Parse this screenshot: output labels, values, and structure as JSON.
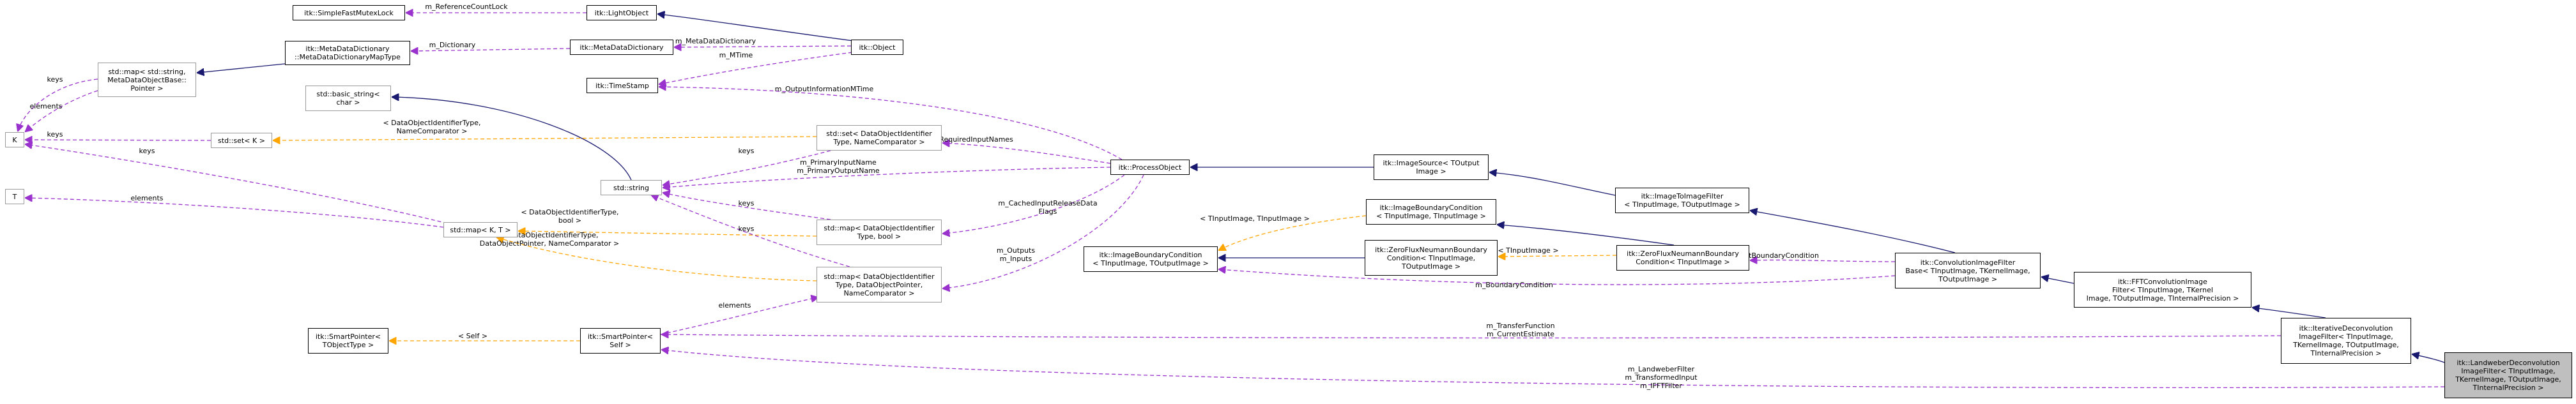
{
  "nodes": {
    "simple_fast_mutex_lock": {
      "lines": [
        "itk::SimpleFastMutexLock"
      ]
    },
    "light_object": {
      "lines": [
        "itk::LightObject"
      ]
    },
    "object": {
      "lines": [
        "itk::Object"
      ]
    },
    "meta_data_dictionary": {
      "lines": [
        "itk::MetaDataDictionary"
      ]
    },
    "meta_data_dictionary_map_type": {
      "lines": [
        "itk::MetaDataDictionary",
        "::MetaDataDictionaryMapType"
      ]
    },
    "std_map_string_metadata": {
      "lines": [
        "std::map< std::string,",
        "MetaDataObjectBase::",
        "Pointer >"
      ]
    },
    "time_stamp": {
      "lines": [
        "itk::TimeStamp"
      ]
    },
    "basic_string": {
      "lines": [
        "std::basic_string<",
        "char >"
      ]
    },
    "k_node": {
      "lines": [
        "K"
      ]
    },
    "t_node": {
      "lines": [
        "T"
      ]
    },
    "std_set_k": {
      "lines": [
        "std::set< K >"
      ]
    },
    "std_set_dataobject": {
      "lines": [
        "std::set< DataObjectIdentifier",
        "Type, NameComparator >"
      ]
    },
    "std_string": {
      "lines": [
        "std::string"
      ]
    },
    "process_object": {
      "lines": [
        "itk::ProcessObject"
      ]
    },
    "image_source": {
      "lines": [
        "itk::ImageSource< TOutput",
        "Image >"
      ]
    },
    "image_to_image_filter": {
      "lines": [
        "itk::ImageToImageFilter",
        "< TInputImage, TOutputImage >"
      ]
    },
    "std_map_k_t": {
      "lines": [
        "std::map< K, T >"
      ]
    },
    "std_map_dataobject_bool": {
      "lines": [
        "std::map< DataObjectIdentifier",
        "Type, bool >"
      ]
    },
    "image_boundary_condition_tmpl": {
      "lines": [
        "itk::ImageBoundaryCondition",
        "< TInputImage, TInputImage >"
      ]
    },
    "image_boundary_condition": {
      "lines": [
        "itk::ImageBoundaryCondition",
        "< TInputImage, TOutputImage >"
      ]
    },
    "zero_flux_tmpl": {
      "lines": [
        "itk::ZeroFluxNeumannBoundary",
        "Condition< TInputImage,",
        "TOutputImage >"
      ]
    },
    "zero_flux": {
      "lines": [
        "itk::ZeroFluxNeumannBoundary",
        "Condition< TInputImage >"
      ]
    },
    "convolution_filter_base": {
      "lines": [
        "itk::ConvolutionImageFilter",
        "Base< TInputImage, TKernelImage,",
        "TOutputImage >"
      ]
    },
    "std_map_dataobject_pointer": {
      "lines": [
        "std::map< DataObjectIdentifier",
        "Type, DataObjectPointer,",
        "NameComparator >"
      ]
    },
    "fft_convolution_filter": {
      "lines": [
        "itk::FFTConvolutionImage",
        "Filter< TInputImage, TKernel",
        "Image, TOutputImage, TInternalPrecision >"
      ]
    },
    "smart_pointer_tobject": {
      "lines": [
        "itk::SmartPointer<",
        "TObjectType >"
      ]
    },
    "smart_pointer_self": {
      "lines": [
        "itk::SmartPointer<",
        "Self >"
      ]
    },
    "iterative_deconvolution": {
      "lines": [
        "itk::IterativeDeconvolution",
        "ImageFilter< TInputImage,",
        "TKernelImage, TOutputImage,",
        "TInternalPrecision >"
      ]
    },
    "landweber_deconvolution": {
      "lines": [
        "itk::LandweberDeconvolution",
        "ImageFilter< TInputImage,",
        "TKernelImage, TOutputImage,",
        "TInternalPrecision >"
      ]
    }
  },
  "edge_labels": {
    "reference_count_lock": [
      "m_ReferenceCountLock"
    ],
    "meta_data_dictionary": [
      "m_MetaDataDictionary"
    ],
    "mtime": [
      "m_MTime"
    ],
    "dictionary": [
      "m_Dictionary"
    ],
    "keys_map_string": [
      "keys"
    ],
    "elements_map_string": [
      "elements"
    ],
    "output_information_mtime": [
      "m_OutputInformationMTime"
    ],
    "std_set_k_args": [
      "< DataObjectIdentifierType,",
      "NameComparator >"
    ],
    "keys_set_k": [
      "keys"
    ],
    "required_input_names": [
      "m_RequiredInputNames"
    ],
    "keys_set_string": [
      "keys"
    ],
    "primary_names": [
      "m_PrimaryInputName",
      "m_PrimaryOutputName"
    ],
    "keys_k_from_map": [
      "keys"
    ],
    "elements_t": [
      "elements"
    ],
    "keys_map_bool": [
      "keys"
    ],
    "cached_input_release": [
      "m_CachedInputReleaseData",
      "Flags"
    ],
    "map_kt_bool_args": [
      "< DataObjectIdentifierType,",
      "bool >"
    ],
    "keys_map_pointer": [
      "keys"
    ],
    "map_kt_pointer_args": [
      "< DataObjectIdentifierType,",
      "DataObjectPointer, NameComparator >"
    ],
    "outputs_inputs": [
      "m_Outputs",
      "m_Inputs"
    ],
    "tinput_tinput": [
      "< TInputImage, TInputImage >"
    ],
    "tinputimage": [
      "< TInputImage >"
    ],
    "default_boundary_condition": [
      "m_DefaultBoundaryCondition"
    ],
    "boundary_condition": [
      "m_BoundaryCondition"
    ],
    "elements_smart_pointer": [
      "elements"
    ],
    "self": [
      "< Self >"
    ],
    "transfer_function": [
      "m_TransferFunction",
      "m_CurrentEstimate"
    ],
    "landweber_filter": [
      "m_LandweberFilter",
      "m_TransformedInput",
      "m_IFFTFilter"
    ]
  },
  "colors": {
    "inheritance": "#191970",
    "usage": "#9a32cd",
    "template": "#ffa500",
    "node_border": "#000000",
    "template_border": "#9a9a9a",
    "focus_fill": "#bfbfbf"
  }
}
